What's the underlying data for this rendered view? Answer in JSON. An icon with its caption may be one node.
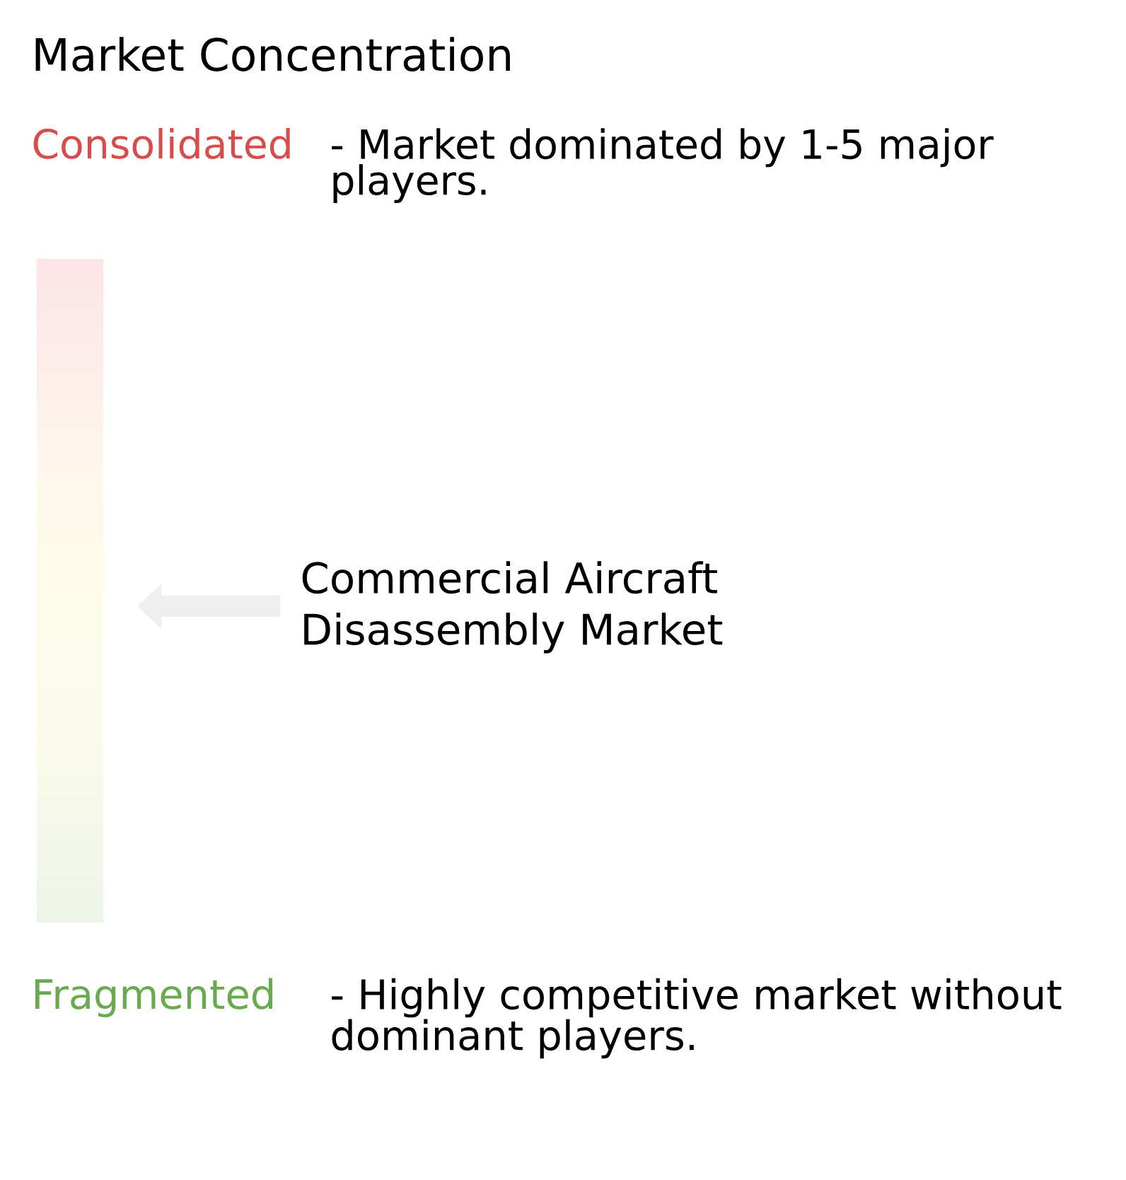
{
  "diagram": {
    "title": "Market Concentration",
    "nodes": [
      {
        "text": [],
        "shape": "bar"
      },
      {
        "text": [
          "Commercial Aircraft Disassembly Market"
        ]
      }
    ],
    "edges": [
      {
        "from": 1,
        "to": 0,
        "arrow": "to",
        "color": "#efefef"
      }
    ],
    "labels": [
      "Consolidated",
      "- Market dominated by 1-5 major players.",
      "Fragmented",
      "- Highly competitive market without dominant players."
    ]
  }
}
